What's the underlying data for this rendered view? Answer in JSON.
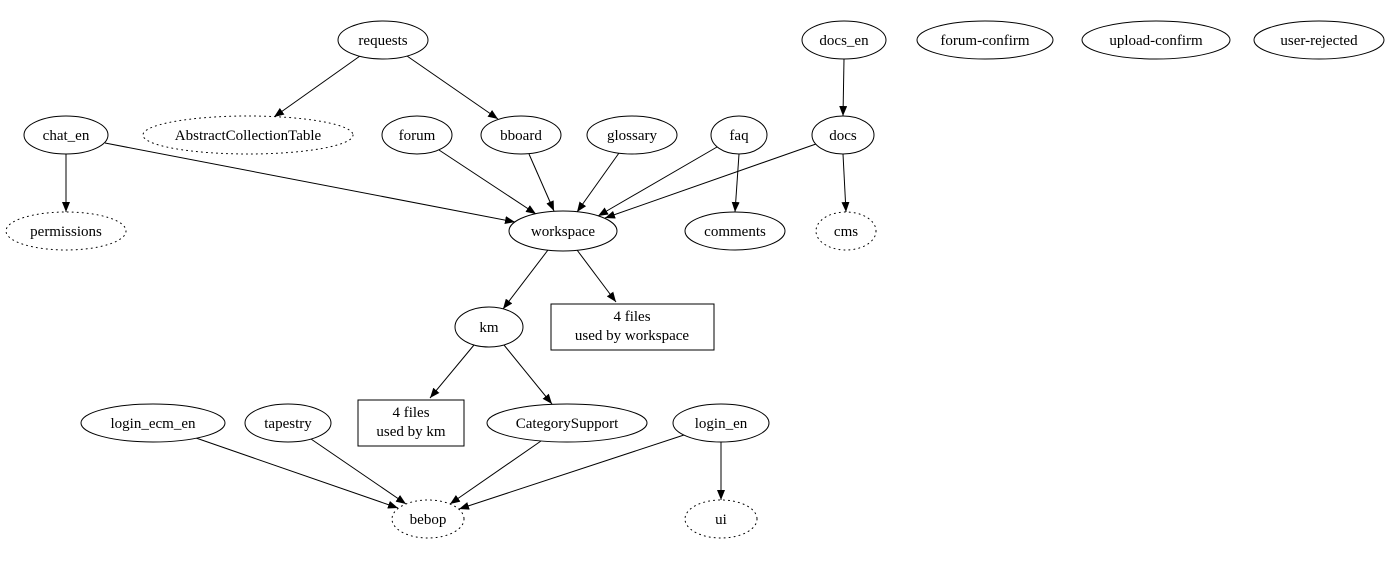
{
  "diagram": {
    "nodes": {
      "requests": "requests",
      "docs_en": "docs_en",
      "forum_confirm": "forum-confirm",
      "upload_confirm": "upload-confirm",
      "user_rejected": "user-rejected",
      "chat_en": "chat_en",
      "abstract_collection_table": "AbstractCollectionTable",
      "forum": "forum",
      "bboard": "bboard",
      "glossary": "glossary",
      "faq": "faq",
      "docs": "docs",
      "permissions": "permissions",
      "workspace": "workspace",
      "comments": "comments",
      "cms": "cms",
      "km": "km",
      "files_workspace_line1": "4 files",
      "files_workspace_line2": "used by workspace",
      "login_ecm_en": "login_ecm_en",
      "tapestry": "tapestry",
      "files_km_line1": "4 files",
      "files_km_line2": "used by km",
      "category_support": "CategorySupport",
      "login_en": "login_en",
      "bebop": "bebop",
      "ui": "ui"
    },
    "edges": [
      {
        "from": "requests",
        "to": "AbstractCollectionTable"
      },
      {
        "from": "requests",
        "to": "bboard"
      },
      {
        "from": "chat_en",
        "to": "permissions"
      },
      {
        "from": "chat_en",
        "to": "workspace"
      },
      {
        "from": "forum",
        "to": "workspace"
      },
      {
        "from": "bboard",
        "to": "workspace"
      },
      {
        "from": "glossary",
        "to": "workspace"
      },
      {
        "from": "faq",
        "to": "workspace"
      },
      {
        "from": "faq",
        "to": "comments"
      },
      {
        "from": "docs_en",
        "to": "docs"
      },
      {
        "from": "docs",
        "to": "workspace"
      },
      {
        "from": "docs",
        "to": "cms"
      },
      {
        "from": "workspace",
        "to": "km"
      },
      {
        "from": "workspace",
        "to": "4 files used by workspace"
      },
      {
        "from": "km",
        "to": "4 files used by km"
      },
      {
        "from": "km",
        "to": "CategorySupport"
      },
      {
        "from": "login_ecm_en",
        "to": "bebop"
      },
      {
        "from": "tapestry",
        "to": "bebop"
      },
      {
        "from": "CategorySupport",
        "to": "bebop"
      },
      {
        "from": "login_en",
        "to": "bebop"
      },
      {
        "from": "login_en",
        "to": "ui"
      }
    ]
  }
}
